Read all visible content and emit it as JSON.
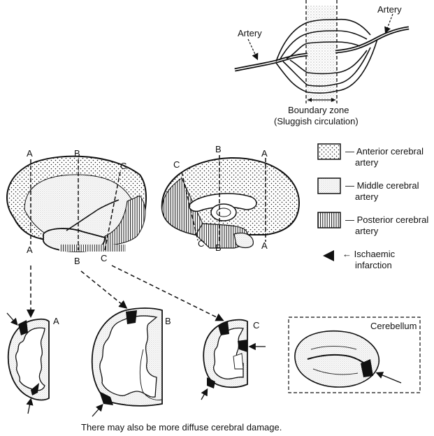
{
  "flow_diagram": {
    "artery_left": "Artery",
    "artery_right": "Artery",
    "boundary_zone": "Boundary zone",
    "boundary_note": "(Sluggish circulation)"
  },
  "lateral_view": {
    "section_a": "A",
    "section_b": "B",
    "section_c": "C",
    "section_a_bottom": "A",
    "section_b_bottom": "B",
    "section_c_bottom": "C"
  },
  "medial_view": {
    "section_a": "A",
    "section_b": "B",
    "section_c": "C",
    "section_a_bottom": "A",
    "section_b_bottom": "B",
    "section_c_bottom": "C"
  },
  "legend": {
    "items": [
      {
        "label_1": "— Anterior cerebral",
        "label_2": "artery",
        "pattern": "dots"
      },
      {
        "label_1": "— Middle cerebral",
        "label_2": "artery",
        "pattern": "fine-stipple"
      },
      {
        "label_1": "— Posterior cerebral",
        "label_2": "artery",
        "pattern": "vertical-lines"
      },
      {
        "label_1": "← Ischaemic",
        "label_2": "infarction",
        "pattern": "black-wedge"
      }
    ]
  },
  "sections": {
    "a": "A",
    "b": "B",
    "c": "C",
    "cerebellum": "Cerebellum"
  },
  "footer": "There may also be more diffuse cerebral damage.",
  "colors": {
    "ink": "#111111",
    "stipple": "#9a9a9a"
  }
}
